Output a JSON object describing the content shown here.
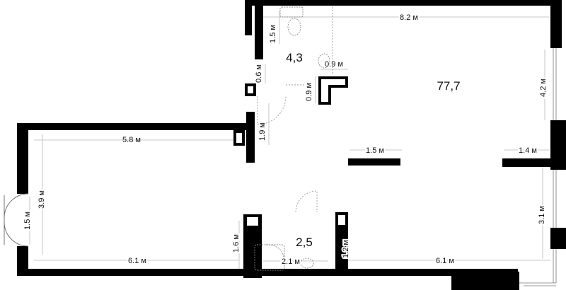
{
  "plan": {
    "areas": [
      {
        "id": "wc",
        "value": "4,3"
      },
      {
        "id": "main",
        "value": "77,7"
      },
      {
        "id": "bath",
        "value": "2,5"
      }
    ],
    "dimensions": {
      "top_width": "8.2 м",
      "wc_height": "1.5 м",
      "wc_fixture": "0.9 м",
      "wc_small": "0.6 м",
      "column_side": "0.9 м",
      "corridor": "1.9 м",
      "left_width": "5.8 м",
      "mid_wall": "1.5 м",
      "right_wall": "1.4 м",
      "right_upper": "4.2 м",
      "left_height": "3.9 м",
      "entrance": "1.5 м",
      "bath_height": "1.6 м",
      "bottom_left": "6.1 м",
      "bath_width": "2.1 м",
      "bath_right": "1.2 м",
      "bottom_right": "6.1 м",
      "right_lower": "3.1 м"
    }
  }
}
